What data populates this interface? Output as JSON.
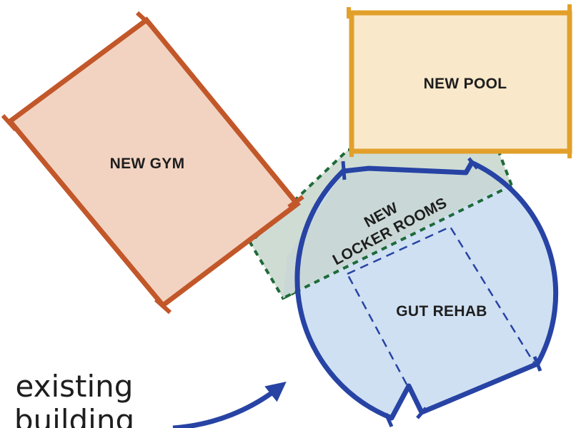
{
  "diagram": {
    "gym": {
      "label": "NEW GYM",
      "fill": "#f2d3c1",
      "stroke": "#c2572a"
    },
    "pool": {
      "label": "NEW POOL",
      "fill": "#f9e8ca",
      "stroke": "#e2a02b"
    },
    "locker_rooms": {
      "line1": "NEW",
      "line2": "LOCKER ROOMS",
      "fill": "#cfdcd4",
      "stroke": "#1f6a3a"
    },
    "existing": {
      "fill": "#cfe0f2",
      "stroke": "#2743a4"
    },
    "gut_rehab": {
      "label": "GUT REHAB",
      "stroke": "#2743a4"
    },
    "annotation": {
      "line1": "existing",
      "line2": "building",
      "arrow_color": "#2743a4"
    }
  }
}
